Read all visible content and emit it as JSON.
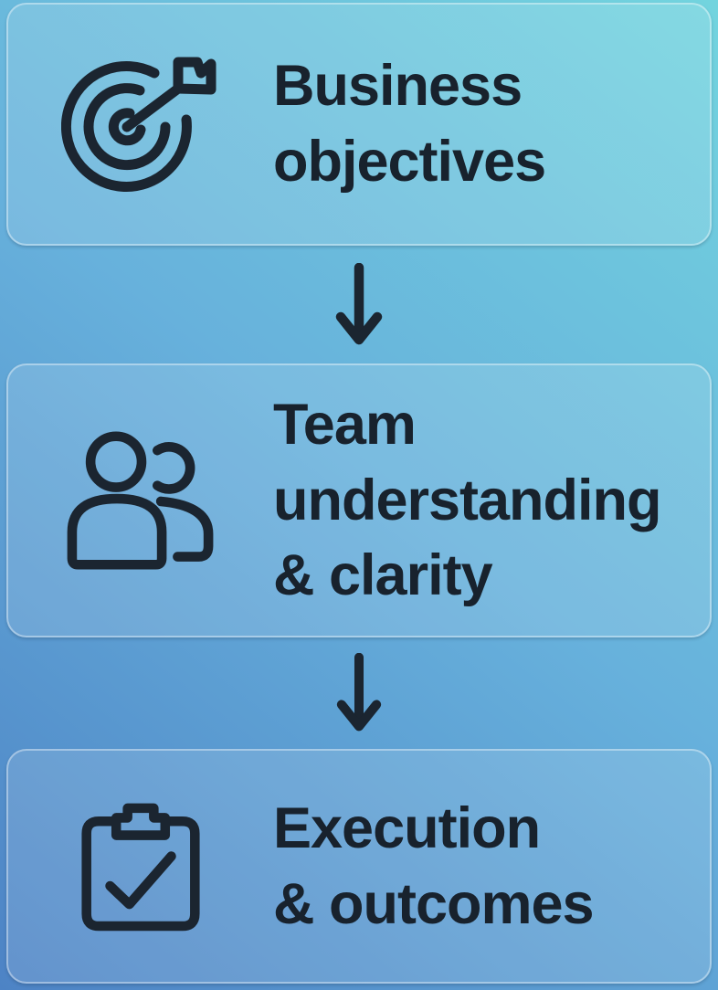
{
  "diagram": {
    "type": "vertical-flow",
    "steps": [
      {
        "label": "Business objectives",
        "lines": [
          "Business",
          "objectives"
        ],
        "icon": "target-icon"
      },
      {
        "label": "Team understanding & clarity",
        "lines": [
          "Team",
          "understanding",
          "& clarity"
        ],
        "icon": "team-icon"
      },
      {
        "label": "Execution & outcomes",
        "lines": [
          "Execution",
          "& outcomes"
        ],
        "icon": "clipboard-check-icon"
      }
    ],
    "connectors": [
      {
        "icon": "arrow-down-icon",
        "direction": "down"
      },
      {
        "icon": "arrow-down-icon",
        "direction": "down"
      }
    ],
    "colors": {
      "background_gradient_bottom_left": "#4d83c5",
      "background_gradient_mid": "#67b1dc",
      "background_gradient_top_right": "#72d4de",
      "card_fill": "rgba(255,255,255,0.13)",
      "card_border": "rgba(255,255,255,0.38)",
      "ink": "#18222d",
      "icon_stroke": "#1b2530"
    }
  }
}
